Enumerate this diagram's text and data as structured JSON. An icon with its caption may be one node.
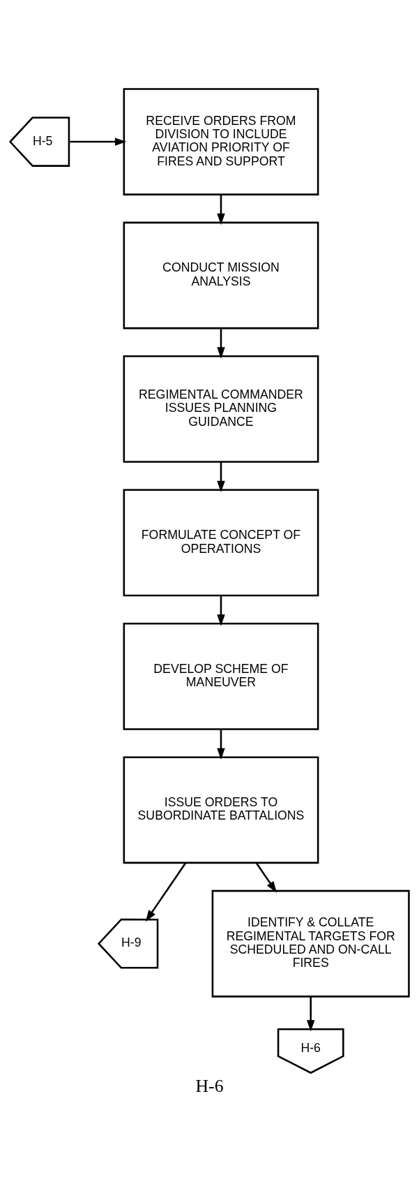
{
  "diagram": {
    "caption": "H-6",
    "nodes": [
      {
        "text": [
          "H-5"
        ]
      },
      {
        "text": [
          "RECEIVE ORDERS FROM DIVISION TO INCLUDE AVIATION PRIORITY OF FIRES AND SUPPORT"
        ]
      },
      {
        "text": [
          "CONDUCT MISSION ANALYSIS"
        ]
      },
      {
        "text": [
          "REGIMENTAL COMMANDER ISSUES PLANNING GUIDANCE"
        ]
      },
      {
        "text": [
          "FORMULATE CONCEPT OF OPERATIONS"
        ]
      },
      {
        "text": [
          "DEVELOP SCHEME OF MANEUVER"
        ]
      },
      {
        "text": [
          "ISSUE ORDERS TO SUBORDINATE BATTALIONS"
        ]
      },
      {
        "text": [
          "H-9"
        ]
      },
      {
        "text": [
          "IDENTIFY & COLLATE REGIMENTAL TARGETS FOR SCHEDULED AND ON-CALL FIRES"
        ]
      },
      {
        "text": [
          "H-6"
        ]
      }
    ],
    "edges": [
      {
        "from": 0,
        "to": 1,
        "arrow": "to"
      },
      {
        "from": 1,
        "to": 2,
        "arrow": "to"
      },
      {
        "from": 2,
        "to": 3,
        "arrow": "to"
      },
      {
        "from": 3,
        "to": 4,
        "arrow": "to"
      },
      {
        "from": 4,
        "to": 5,
        "arrow": "to"
      },
      {
        "from": 5,
        "to": 6,
        "arrow": "to"
      },
      {
        "from": 6,
        "to": 7,
        "arrow": "to"
      },
      {
        "from": 6,
        "to": 8,
        "arrow": "to"
      },
      {
        "from": 8,
        "to": 9,
        "arrow": "to"
      }
    ]
  }
}
